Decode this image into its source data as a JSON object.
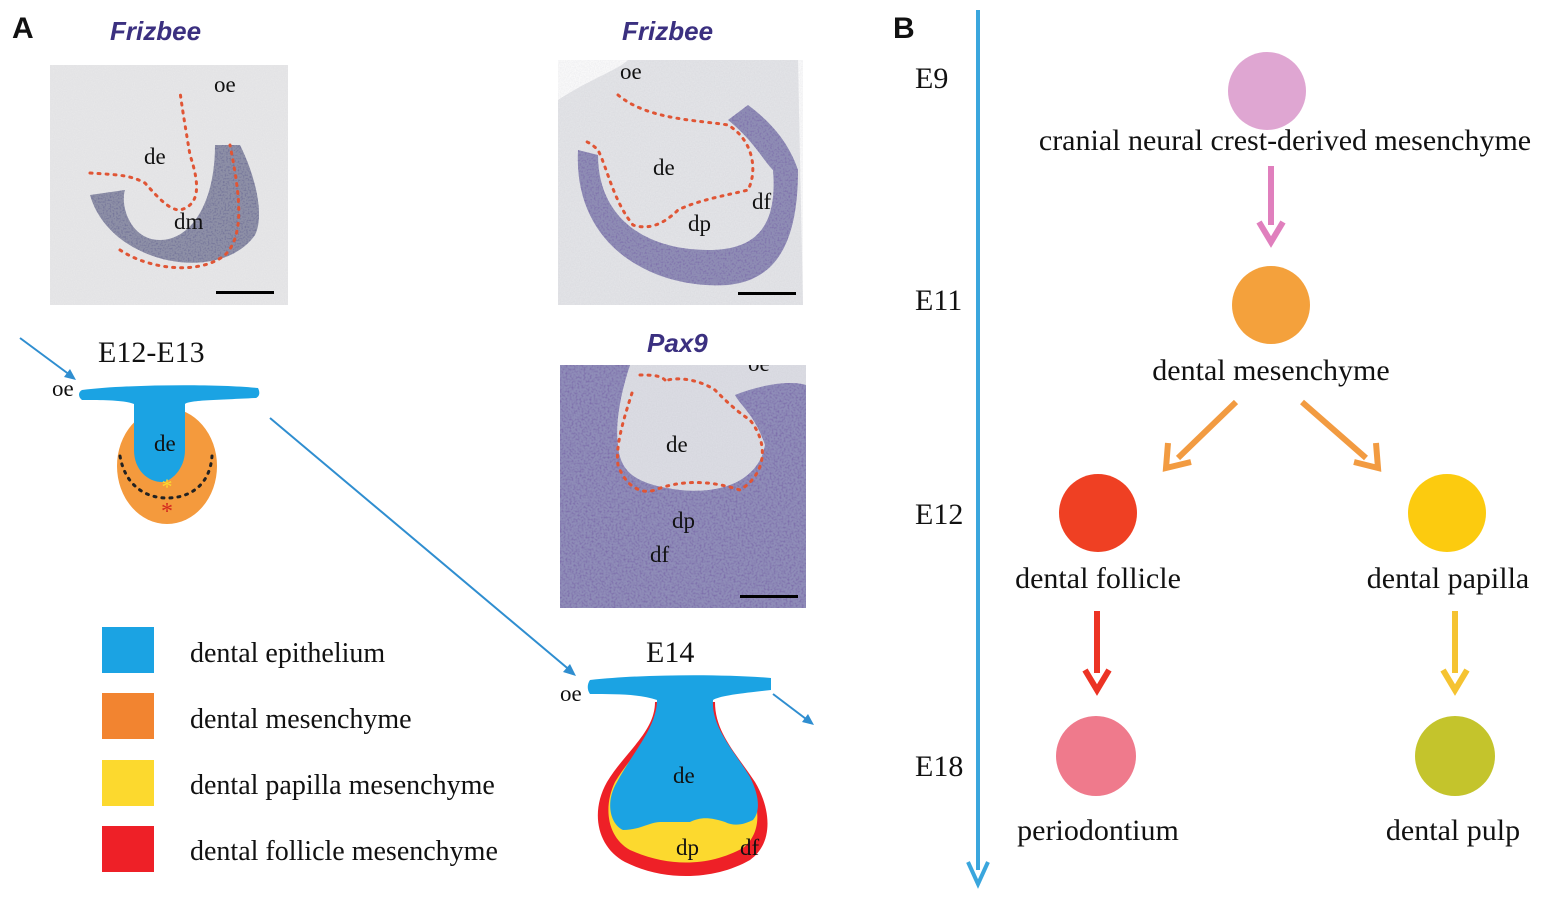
{
  "panels": {
    "a_letter": "A",
    "b_letter": "B"
  },
  "micrographs": [
    {
      "gene": "Frizbee",
      "labels": {
        "oe": "oe",
        "de": "de",
        "dm": "dm"
      }
    },
    {
      "gene": "Frizbee",
      "labels": {
        "oe": "oe",
        "de": "de",
        "dp": "dp",
        "df": "df"
      }
    },
    {
      "gene": "Pax9",
      "labels": {
        "oe": "oe",
        "de": "de",
        "dp": "dp",
        "df": "df"
      }
    }
  ],
  "schematics": {
    "early": {
      "stage": "E12-E13",
      "oe": "oe",
      "de": "de",
      "marker_yellow": "*",
      "marker_red": "*"
    },
    "late": {
      "stage": "E14",
      "oe": "oe",
      "de": "de",
      "dp": "dp",
      "df": "df"
    }
  },
  "legend": [
    {
      "label": "dental epithelium",
      "color": "#1ba3e3"
    },
    {
      "label": "dental mesenchyme",
      "color": "#f28430"
    },
    {
      "label": "dental papilla mesenchyme",
      "color": "#fcd92e"
    },
    {
      "label": "dental follicle mesenchyme",
      "color": "#ee2027"
    }
  ],
  "timeline": {
    "color": "#3aa6dd",
    "stages": [
      "E9",
      "E11",
      "E12",
      "E18"
    ]
  },
  "lineage": {
    "crest": {
      "label": "cranial neural crest-derived mesenchyme",
      "color": "#dfa6d2"
    },
    "mesenchyme": {
      "label": "dental mesenchyme",
      "color": "#f4a13c"
    },
    "follicle": {
      "label": "dental follicle",
      "color": "#ef4023"
    },
    "papilla": {
      "label": "dental papilla",
      "color": "#fccb0f"
    },
    "periodontium": {
      "label": "periodontium",
      "color": "#ef7a8c"
    },
    "pulp": {
      "label": "dental pulp",
      "color": "#c4c42c"
    },
    "arrow_colors": {
      "crest": "#e07fbd",
      "mesenchyme": "#f29b41",
      "follicle": "#ec3324",
      "papilla": "#f5c331"
    }
  }
}
